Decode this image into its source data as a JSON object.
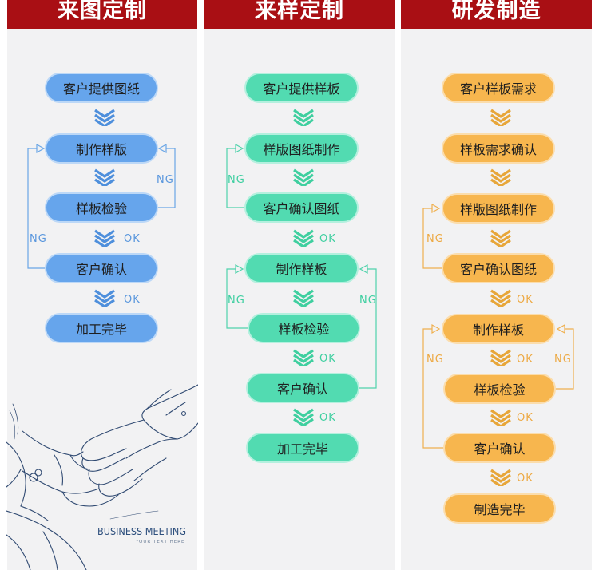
{
  "columns": [
    {
      "title": "来图定制",
      "steps": [
        "客户提供图纸",
        "制作样版",
        "样板检验",
        "客户确认",
        "加工完毕"
      ],
      "labels": [
        "NG",
        "NG",
        "OK",
        "OK"
      ]
    },
    {
      "title": "来样定制",
      "steps": [
        "客户提供样板",
        "样版图纸制作",
        "客户确认图纸",
        "制作样板",
        "样板检验",
        "客户确认",
        "加工完毕"
      ],
      "labels": [
        "NG",
        "OK",
        "NG",
        "NG",
        "OK",
        "OK"
      ]
    },
    {
      "title": "研发制造",
      "steps": [
        "客户样板需求",
        "样板需求确认",
        "样版图纸制作",
        "客户确认图纸",
        "制作样板",
        "样板检验",
        "客户确认",
        "制造完毕"
      ],
      "labels": [
        "NG",
        "OK",
        "NG",
        "OK",
        "NG",
        "OK",
        "OK"
      ]
    }
  ],
  "illustration": {
    "title": "BUSINESS MEETING",
    "subtitle": "YOUR TEXT HERE"
  },
  "colors": {
    "header": "#a90f14",
    "blue": "#66a5ec",
    "green": "#52dbb1",
    "orange": "#f7b64e"
  }
}
